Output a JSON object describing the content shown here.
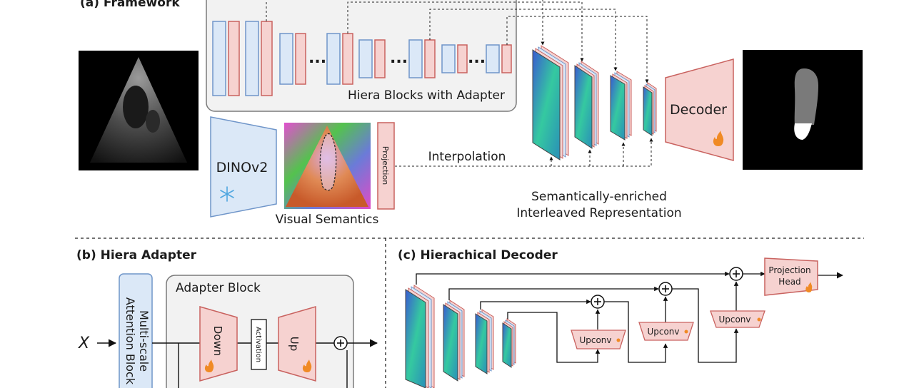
{
  "section_a": {
    "title": "(a) Framework",
    "hiera_label": "Hiera Blocks with Adapter",
    "dinov2_label": "DINOv2",
    "visual_semantics_label": "Visual Semantics",
    "projection_label": "Projection",
    "interpolation_label": "Interpolation",
    "decoder_label": "Decoder",
    "repr_label_line1": "Semantically-enriched",
    "repr_label_line2": "Interleaved Representation",
    "ellipsis": "..."
  },
  "section_b": {
    "title": "(b) Hiera Adapter",
    "input_label": "X",
    "attention_line1": "Multi-scale",
    "attention_line2": "Attention Block",
    "adapter_block_label": "Adapter Block",
    "down_label": "Down",
    "activation_label": "Activation",
    "up_label": "Up"
  },
  "section_c": {
    "title": "(c) Hierachical Decoder",
    "upconv_label": "Upconv",
    "projection_head_line1": "Projection",
    "projection_head_line2": "Head"
  },
  "colors": {
    "blue_fill": "#dbe8f7",
    "blue_stroke": "#6f95c9",
    "red_fill": "#f6d2d0",
    "red_stroke": "#c9625f",
    "panel_fill": "#f2f2f2",
    "panel_stroke": "#7a7a7a",
    "fire": "#f08a24"
  },
  "icons": [
    "fire-icon",
    "snowflake-icon",
    "plus-icon"
  ]
}
